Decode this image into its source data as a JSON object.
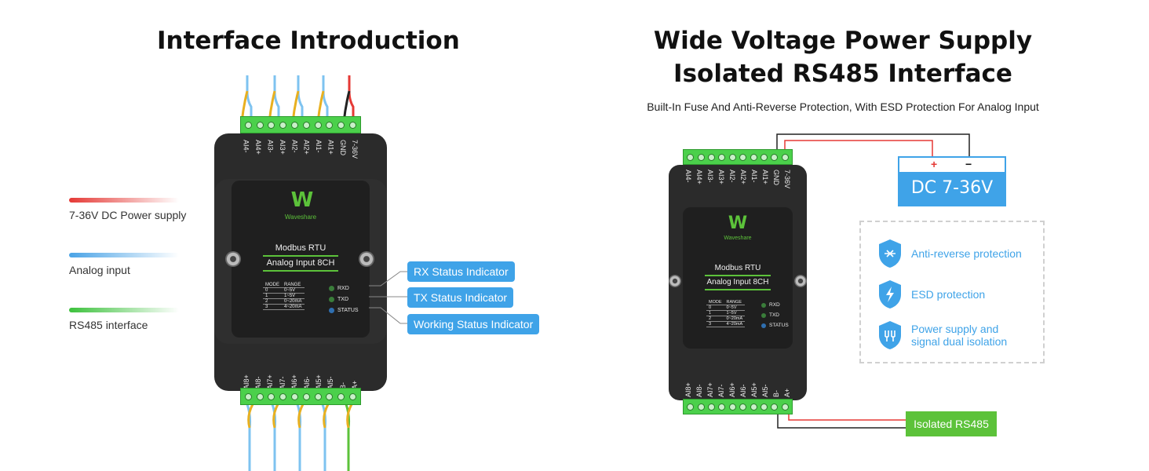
{
  "left": {
    "title": "Interface Introduction",
    "legend": [
      {
        "label": "7-36V DC Power supply",
        "color": "#e53935"
      },
      {
        "label": "Analog input",
        "color": "#4aa3e6"
      },
      {
        "label": "RS485 interface",
        "color": "#3cc13c"
      }
    ],
    "callouts": [
      "RX Status Indicator",
      "TX Status Indicator",
      "Working Status Indicator"
    ]
  },
  "right": {
    "title_line1": "Wide Voltage Power Supply",
    "title_line2": "Isolated RS485 Interface",
    "subtitle": "Built-In Fuse And Anti-Reverse Protection, With ESD Protection For Analog Input",
    "dc_plus": "+",
    "dc_minus": "−",
    "dc_label": "DC 7-36V",
    "rs485_label": "Isolated RS485",
    "protections": [
      {
        "label": "Anti-reverse protection",
        "icon": "anti-reverse-shield-icon"
      },
      {
        "label": "ESD protection",
        "icon": "esd-shield-icon"
      },
      {
        "label": "Power supply and signal dual isolation",
        "icon": "isolation-shield-icon"
      }
    ]
  },
  "module": {
    "top_pins": [
      "AI4-",
      "AI4+",
      "AI3-",
      "AI3+",
      "AI2-",
      "AI2+",
      "AI1-",
      "AI1+",
      "GND",
      "7-36V"
    ],
    "bottom_pins": [
      "AI8+",
      "AI8-",
      "AI7+",
      "AI7-",
      "AI6+",
      "AI6-",
      "AI5+",
      "AI5-",
      "B-",
      "A+"
    ],
    "brand": "Waveshare",
    "line1": "Modbus RTU",
    "line2": "Analog Input 8CH",
    "table_header": [
      "MODE",
      "RANGE"
    ],
    "table_rows": [
      [
        "0",
        "0~5V"
      ],
      [
        "1",
        "1~5V"
      ],
      [
        "2",
        "0~20mA"
      ],
      [
        "3",
        "4~20mA"
      ]
    ],
    "leds": [
      {
        "label": "RXD",
        "color": "#3a7d3a"
      },
      {
        "label": "TXD",
        "color": "#3a7d3a"
      },
      {
        "label": "STATUS",
        "color": "#2f6fb0"
      }
    ]
  },
  "colors": {
    "accent_blue": "#3fa3e8",
    "accent_green": "#5cc23a",
    "wire_red": "#e53935",
    "wire_yellow": "#e8b020"
  }
}
